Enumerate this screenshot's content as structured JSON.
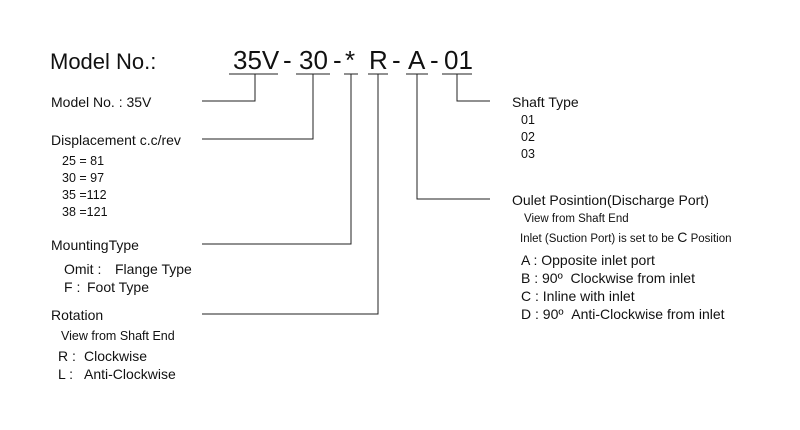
{
  "title": "Model No.:",
  "code": {
    "series": "35V",
    "sep1": "-",
    "displacement": "30",
    "sep2": "-",
    "mounting": "*",
    "rotation": "R",
    "sep3": "-",
    "outlet": "A",
    "sep4": "-",
    "shaft": "01"
  },
  "model": {
    "label": "Model No. : 35V"
  },
  "displacement": {
    "label": "Displacement c.c/rev",
    "options": [
      "25 = 81",
      "30 = 97",
      "35 =112",
      "38 =121"
    ]
  },
  "mounting": {
    "label": "MountingType",
    "options": [
      {
        "code": "Omit :",
        "desc": "Flange Type"
      },
      {
        "code": "F :",
        "desc": "Foot Type"
      }
    ]
  },
  "rotation": {
    "label": "Rotation",
    "note": "View from Shaft End",
    "options": [
      {
        "code": "R :",
        "desc": "Clockwise"
      },
      {
        "code": "L :",
        "desc": "Anti-Clockwise"
      }
    ]
  },
  "shaft": {
    "label": "Shaft Type",
    "options": [
      "01",
      "02",
      "03"
    ]
  },
  "outlet": {
    "label": "Oulet Posintion(Discharge Port)",
    "note1": "View from Shaft End",
    "note2_prefix": "Inlet (Suction Port) is set to be",
    "note2_letter": "C",
    "note2_suffix": "Position",
    "options": [
      {
        "code": "A :",
        "desc": "Opposite inlet port"
      },
      {
        "code": "B : 90º",
        "desc": "Clockwise from inlet"
      },
      {
        "code": "C :",
        "desc": "Inline with inlet"
      },
      {
        "code": "D : 90º",
        "desc": "Anti-Clockwise from inlet"
      }
    ]
  }
}
